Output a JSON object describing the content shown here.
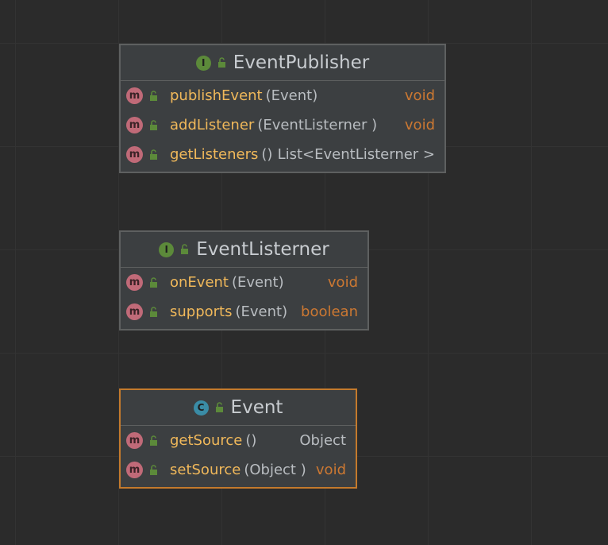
{
  "nodes": [
    {
      "title": "EventPublisher",
      "kind": "I",
      "methods": [
        {
          "name": "publishEvent",
          "params": "(Event)",
          "returns": "void"
        },
        {
          "name": "addListener",
          "params": "(EventListerner )",
          "returns": "void"
        },
        {
          "name": "getListeners",
          "params": "()",
          "returns": "List<EventListerner >"
        }
      ]
    },
    {
      "title": "EventListerner",
      "kind": "I",
      "methods": [
        {
          "name": "onEvent",
          "params": "(Event)",
          "returns": "void"
        },
        {
          "name": "supports",
          "params": "(Event)",
          "returns": "boolean"
        }
      ]
    },
    {
      "title": "Event",
      "kind": "C",
      "methods": [
        {
          "name": "getSource",
          "params": "()",
          "returns": "Object"
        },
        {
          "name": "setSource",
          "params": "(Object )",
          "returns": "void"
        }
      ]
    }
  ],
  "method_badge": "m",
  "colors": {
    "background": "#2b2b2b",
    "interface_badge": "#5c8a3a",
    "class_badge": "#3a8ca6",
    "method_badge": "#c06a78",
    "method_name": "#f0b85a",
    "keyword_type": "#cc7832",
    "selection_border": "#c47a2c"
  }
}
